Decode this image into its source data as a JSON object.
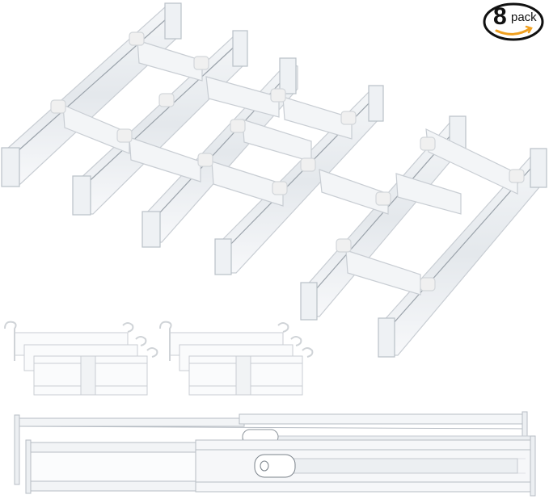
{
  "image": {
    "subject": "clear expandable drawer dividers",
    "background": "#ffffff"
  },
  "badge": {
    "count": "8",
    "label": "pack",
    "border_color": "#111111",
    "smile_color": "#f0a020"
  },
  "groups": [
    {
      "name": "assembled-dividers-grid",
      "visible_dividers": 6
    },
    {
      "name": "packed-dividers-left",
      "visible_dividers": 3
    },
    {
      "name": "packed-dividers-right",
      "visible_dividers": 3
    },
    {
      "name": "extended-dividers",
      "visible_dividers": 2
    }
  ]
}
